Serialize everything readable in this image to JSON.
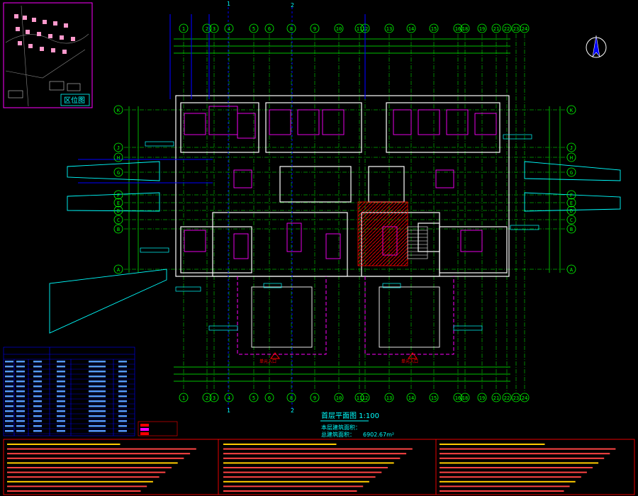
{
  "drawing": {
    "plan_title": "首层平面图 1:100",
    "area_line": "本层建筑面积：",
    "total_area_line": "总建筑面积：",
    "total_area_value": "6902.67m²",
    "location_map_label": "区位图",
    "entrance_label_left": "单元入口",
    "entrance_label_right": "单元入口"
  },
  "axes": {
    "numbered": [
      "1",
      "2",
      "3",
      "4",
      "5",
      "6",
      "8",
      "9",
      "10",
      "11",
      "12",
      "13",
      "14",
      "15",
      "16",
      "18",
      "19",
      "21",
      "22",
      "23",
      "24"
    ],
    "lettered": [
      "K",
      "J",
      "H",
      "G",
      "F",
      "E",
      "D",
      "C",
      "B",
      "A"
    ]
  },
  "section_marks": [
    "1",
    "2",
    "1",
    "2"
  ],
  "colors": {
    "background": "#000000",
    "axis": "#00ff00",
    "wall": "#ffffff",
    "detail": "#ff00ff",
    "note": "#00ffff",
    "dimension": "#ffff00",
    "leader": "#0000ff",
    "section": "#ff0000"
  },
  "icons": [
    "north-arrow-icon"
  ]
}
